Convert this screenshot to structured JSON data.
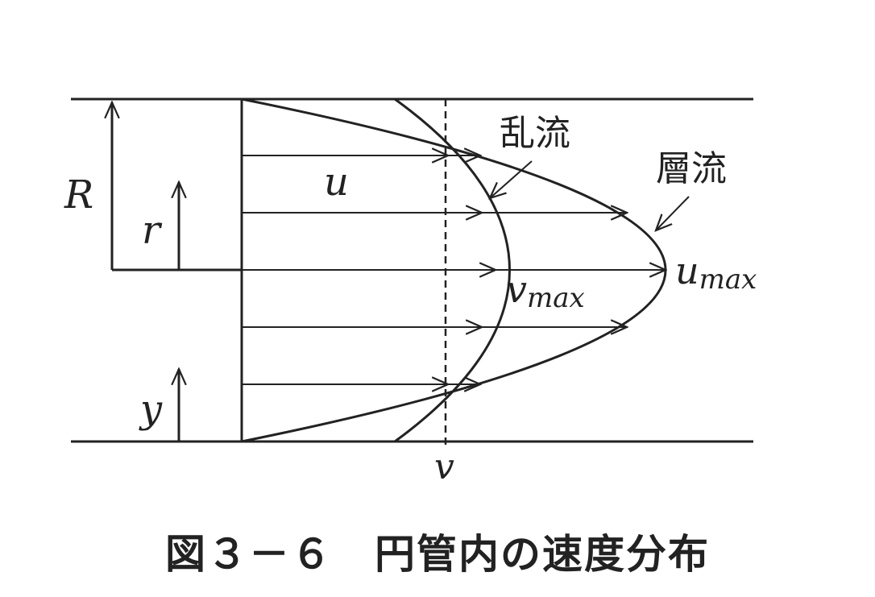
{
  "labels": {
    "R": "R",
    "r": "r",
    "y": "y",
    "u": "u",
    "v": "v",
    "v_max": "v",
    "v_max_sub": "max",
    "u_max": "u",
    "u_max_sub": "max",
    "turbulent": "乱流",
    "laminar": "層流"
  },
  "caption": "図３－６　円管内の速度分布"
}
